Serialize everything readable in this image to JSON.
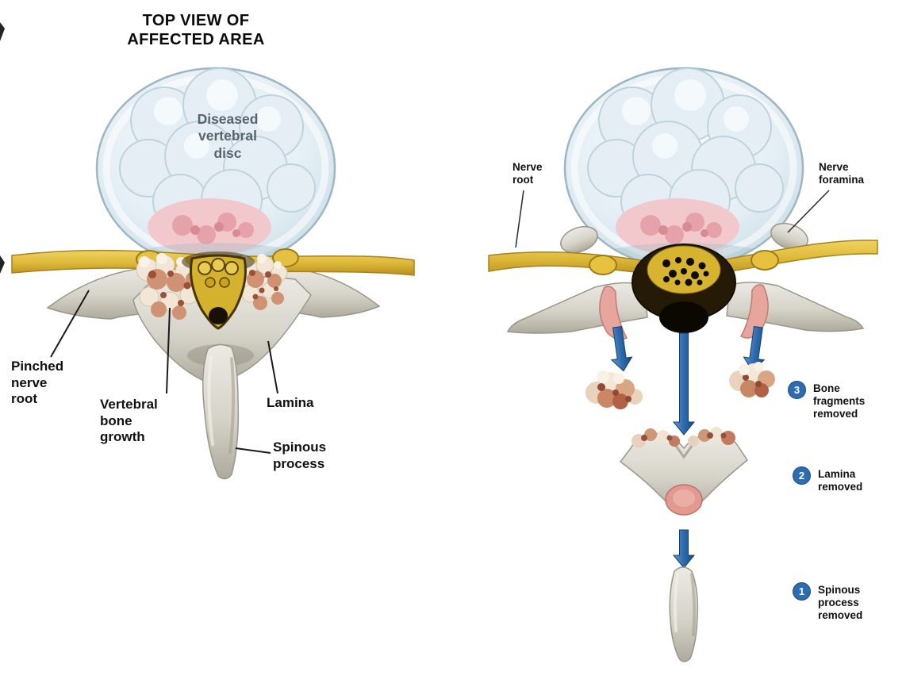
{
  "colors": {
    "arrow_blue": "#2d6aad",
    "badge_blue": "#2e6cb2",
    "nerve_yellow": "#ddb93a",
    "bone_gray": "#d6d3c9",
    "disc_blue": "#e3eef4",
    "growth_red": "#cf9273",
    "cut_pink": "#e6a69d",
    "disc_label_gray": "#57636e"
  },
  "left_panel": {
    "title": "TOP VIEW OF\nAFFECTED AREA",
    "labels": {
      "disc": "Diseased\nvertebral\ndisc",
      "pinched_nerve": "Pinched\nnerve\nroot",
      "bone_growth": "Vertebral\nbone\ngrowth",
      "lamina": "Lamina",
      "spinous": "Spinous\nprocess"
    }
  },
  "right_panel": {
    "labels": {
      "nerve_root": "Nerve\nroot",
      "nerve_foramina": "Nerve\nforamina"
    },
    "steps": [
      {
        "num": "3",
        "label": "Bone\nfragments\nremoved"
      },
      {
        "num": "2",
        "label": "Lamina\nremoved"
      },
      {
        "num": "1",
        "label": "Spinous\nprocess\nremoved"
      }
    ]
  }
}
